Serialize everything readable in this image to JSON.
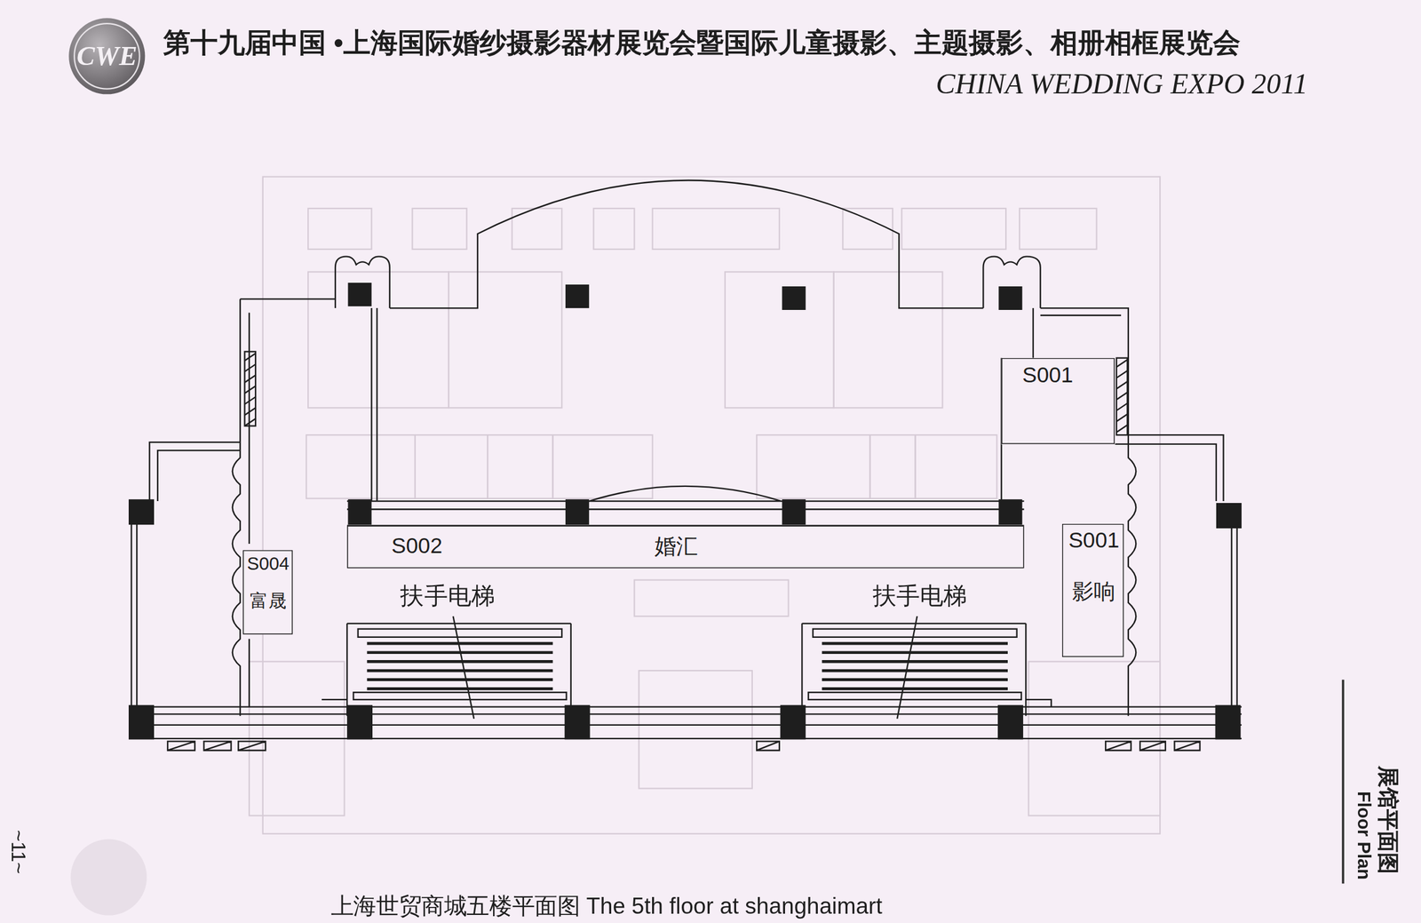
{
  "diagram": {
    "title": "第十九届中国 •上海国际婚纱摄影器材展览会暨国际儿童摄影、主题摄影、相册相框展览会",
    "caption": "上海世贸商城五楼平面图 The 5th floor at shanghaimart",
    "nodes": [
      {
        "text": [
          "S001"
        ]
      },
      {
        "text": [
          "S002",
          "婚汇"
        ]
      },
      {
        "text": [
          "S004",
          "富晟"
        ]
      },
      {
        "text": [
          "S001",
          "影响"
        ]
      }
    ],
    "labels": [
      "CHINA WEDDING EXPO 2011",
      "CWE",
      "扶手电梯",
      "扶手电梯",
      "~11~",
      "展馆平面图",
      "Floor Plan"
    ]
  }
}
